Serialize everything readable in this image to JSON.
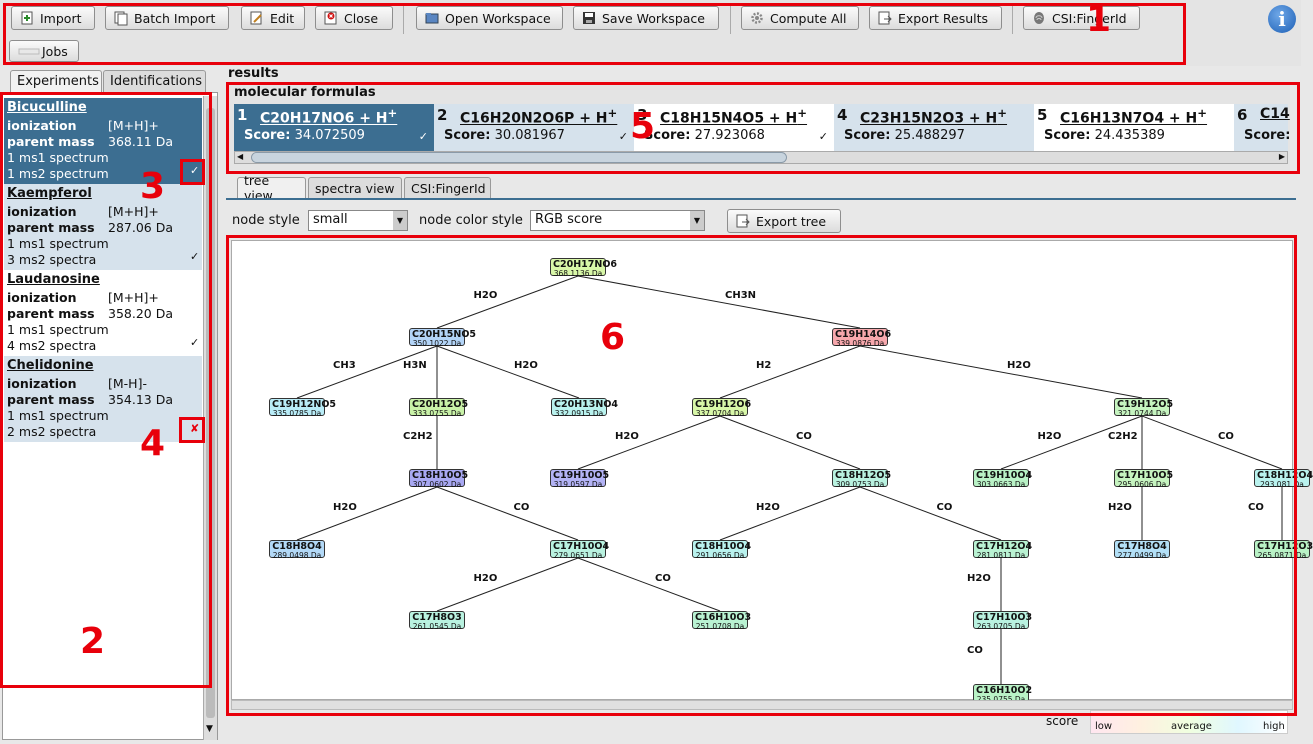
{
  "toolbar": {
    "import": "Import",
    "batch_import": "Batch Import",
    "edit": "Edit",
    "close": "Close",
    "open_workspace": "Open Workspace",
    "save_workspace": "Save Workspace",
    "compute_all": "Compute All",
    "export_results": "Export Results",
    "csi_fingerid": "CSI:FingerId",
    "jobs": "Jobs"
  },
  "annotations": [
    "1",
    "2",
    "3",
    "4",
    "5",
    "6"
  ],
  "left_tabs": [
    "Experiments",
    "Identifications"
  ],
  "experiments": [
    {
      "name": "Bicuculline",
      "ionization_label": "ionization",
      "ionization": "[M+H]+",
      "parent_label": "parent mass",
      "parent_mass": "368.11 Da",
      "ms1": "1 ms1 spectrum",
      "ms2": "1 ms2 spectrum",
      "status": "✓"
    },
    {
      "name": "Kaempferol",
      "ionization_label": "ionization",
      "ionization": "[M+H]+",
      "parent_label": "parent mass",
      "parent_mass": "287.06 Da",
      "ms1": "1 ms1 spectrum",
      "ms2": "3 ms2 spectra",
      "status": "✓"
    },
    {
      "name": "Laudanosine",
      "ionization_label": "ionization",
      "ionization": "[M+H]+",
      "parent_label": "parent mass",
      "parent_mass": "358.20 Da",
      "ms1": "1 ms1 spectrum",
      "ms2": "4 ms2 spectra",
      "status": "✓"
    },
    {
      "name": "Chelidonine",
      "ionization_label": "ionization",
      "ionization": "[M-H]-",
      "parent_label": "parent mass",
      "parent_mass": "354.13 Da",
      "ms1": "1 ms1 spectrum",
      "ms2": "2 ms2 spectra",
      "status": "✘"
    }
  ],
  "results_label": "results",
  "molecular_formulas_label": "molecular formulas",
  "formulas": [
    {
      "idx": "1",
      "formula": "C20H17NO6 + H",
      "sup": "+",
      "score_label": "Score:",
      "score": "34.072509",
      "check": "✓"
    },
    {
      "idx": "2",
      "formula": "C16H20N2O6P + H",
      "sup": "+",
      "score_label": "Score:",
      "score": "30.081967",
      "check": "✓"
    },
    {
      "idx": "3",
      "formula": "C18H15N4O5 + H",
      "sup": "+",
      "score_label": "Score:",
      "score": "27.923068",
      "check": "✓"
    },
    {
      "idx": "4",
      "formula": "C23H15N2O3 + H",
      "sup": "+",
      "score_label": "Score:",
      "score": "25.488297",
      "check": ""
    },
    {
      "idx": "5",
      "formula": "C16H13N7O4 + H",
      "sup": "+",
      "score_label": "Score:",
      "score": "24.435389",
      "check": ""
    },
    {
      "idx": "6",
      "formula": "C14",
      "sup": "",
      "score_label": "Score:",
      "score": "",
      "check": ""
    }
  ],
  "view_tabs": [
    "tree view",
    "spectra view",
    "CSI:FingerId"
  ],
  "controls": {
    "node_style_label": "node style",
    "node_style_value": "small",
    "node_color_label": "node color style",
    "node_color_value": "RGB score",
    "export_tree": "Export tree"
  },
  "legend": {
    "label": "score",
    "low": "low",
    "average": "average",
    "high": "high"
  },
  "colors": {
    "accent": "#e8000b",
    "selected": "#3c6e91",
    "alt_row": "#d6e2ec"
  },
  "tree": {
    "nodes": [
      {
        "id": "n1",
        "formula": "C20H17NO6",
        "mass": "368.1136 Da",
        "color": "#d8f7a8"
      },
      {
        "id": "n2",
        "formula": "C20H15NO5",
        "mass": "350.1022 Da",
        "color": "#b3d4f7"
      },
      {
        "id": "n3",
        "formula": "C19H14O6",
        "mass": "339.0876 Da",
        "color": "#f7a8ad"
      },
      {
        "id": "n4",
        "formula": "C19H12NO5",
        "mass": "335.0785 Da",
        "color": "#b9ecf7"
      },
      {
        "id": "n5",
        "formula": "C20H12O5",
        "mass": "333.0755 Da",
        "color": "#c9f2a8"
      },
      {
        "id": "n6",
        "formula": "C20H13NO4",
        "mass": "332.0915 Da",
        "color": "#b9f2ee"
      },
      {
        "id": "n7",
        "formula": "C19H12O6",
        "mass": "337.0704 Da",
        "color": "#d8f7a8"
      },
      {
        "id": "n8",
        "formula": "C19H12O5",
        "mass": "321.0744 Da",
        "color": "#c6f4c0"
      },
      {
        "id": "n9",
        "formula": "C18H10O5",
        "mass": "307.0602 Da",
        "color": "#a8a8f2"
      },
      {
        "id": "n10",
        "formula": "C19H10O5",
        "mass": "319.0597 Da",
        "color": "#b3b3f5"
      },
      {
        "id": "n11",
        "formula": "C18H12O5",
        "mass": "309.0753 Da",
        "color": "#b9f2e0"
      },
      {
        "id": "n12",
        "formula": "C19H10O4",
        "mass": "303.0663 Da",
        "color": "#b9f2c6"
      },
      {
        "id": "n13",
        "formula": "C17H10O5",
        "mass": "295.0606 Da",
        "color": "#c6f4c0"
      },
      {
        "id": "n14",
        "formula": "C18H12O4",
        "mass": "293.081 Da",
        "color": "#b9f2ee"
      },
      {
        "id": "n15",
        "formula": "C18H8O4",
        "mass": "289.0498 Da",
        "color": "#b3d9f7"
      },
      {
        "id": "n16",
        "formula": "C17H10O4",
        "mass": "279.0651 Da",
        "color": "#b9f2e0"
      },
      {
        "id": "n17",
        "formula": "C18H10O4",
        "mass": "291.0656 Da",
        "color": "#b9f2ee"
      },
      {
        "id": "n18",
        "formula": "C17H12O4",
        "mass": "281.0811 Da",
        "color": "#b9f2d2"
      },
      {
        "id": "n19",
        "formula": "C17H8O4",
        "mass": "277.0499 Da",
        "color": "#b3e0f7"
      },
      {
        "id": "n20",
        "formula": "C17H12O3",
        "mass": "265.0871 Da",
        "color": "#b9f2c6"
      },
      {
        "id": "n21",
        "formula": "C17H8O3",
        "mass": "261.0545 Da",
        "color": "#b9f2e0"
      },
      {
        "id": "n22",
        "formula": "C16H10O3",
        "mass": "251.0708 Da",
        "color": "#b9f2d2"
      },
      {
        "id": "n23",
        "formula": "C17H10O3",
        "mass": "263.0705 Da",
        "color": "#b9f2e0"
      },
      {
        "id": "n24",
        "formula": "C16H10O2",
        "mass": "235.0755 Da",
        "color": "#b9f2c6"
      }
    ],
    "edges": [
      {
        "from": "n1",
        "to": "n2",
        "label": "H2O"
      },
      {
        "from": "n1",
        "to": "n3",
        "label": "CH3N"
      },
      {
        "from": "n2",
        "to": "n4",
        "label": "CH3"
      },
      {
        "from": "n2",
        "to": "n5",
        "label": "H3N"
      },
      {
        "from": "n2",
        "to": "n6",
        "label": "H2O"
      },
      {
        "from": "n3",
        "to": "n7",
        "label": "H2"
      },
      {
        "from": "n3",
        "to": "n8",
        "label": "H2O"
      },
      {
        "from": "n5",
        "to": "n9",
        "label": "C2H2"
      },
      {
        "from": "n7",
        "to": "n10",
        "label": "H2O"
      },
      {
        "from": "n7",
        "to": "n11",
        "label": "CO"
      },
      {
        "from": "n8",
        "to": "n12",
        "label": "H2O"
      },
      {
        "from": "n8",
        "to": "n13",
        "label": "C2H2"
      },
      {
        "from": "n8",
        "to": "n14",
        "label": "CO"
      },
      {
        "from": "n9",
        "to": "n15",
        "label": "H2O"
      },
      {
        "from": "n9",
        "to": "n16",
        "label": "CO"
      },
      {
        "from": "n11",
        "to": "n17",
        "label": "H2O"
      },
      {
        "from": "n11",
        "to": "n18",
        "label": "CO"
      },
      {
        "from": "n13",
        "to": "n19",
        "label": "H2O"
      },
      {
        "from": "n14",
        "to": "n20",
        "label": "CO"
      },
      {
        "from": "n16",
        "to": "n21",
        "label": "H2O"
      },
      {
        "from": "n16",
        "to": "n22",
        "label": "CO"
      },
      {
        "from": "n18",
        "to": "n23",
        "label": "H2O"
      },
      {
        "from": "n23",
        "to": "n24",
        "label": "CO"
      }
    ]
  }
}
